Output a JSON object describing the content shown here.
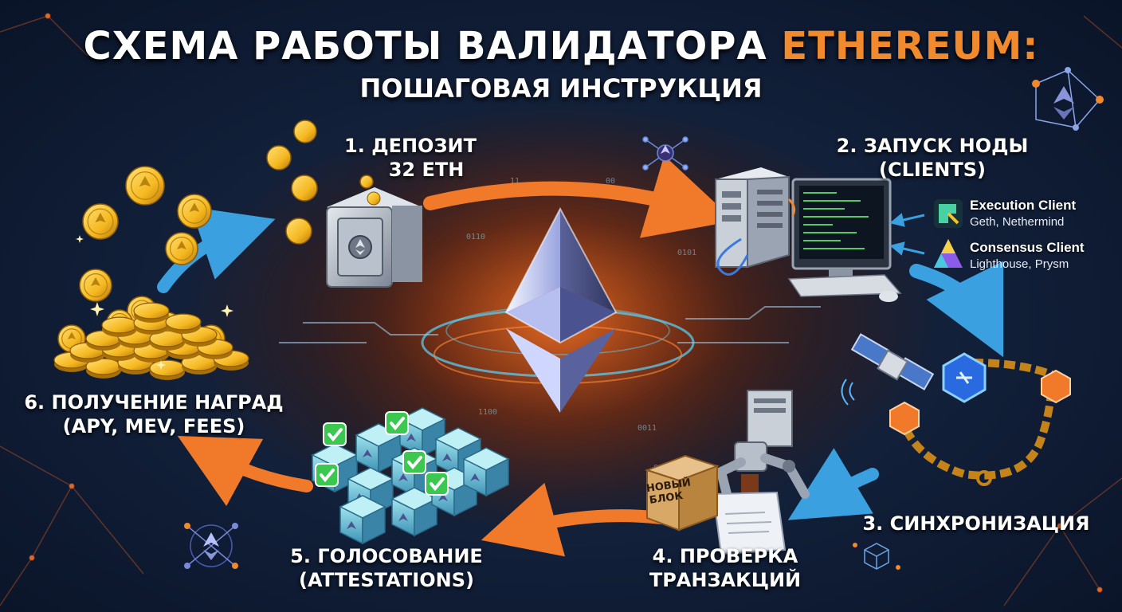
{
  "title": {
    "line1_main": "СХЕМА РАБОТЫ ВАЛИДАТОРА",
    "line1_accent": "ETHEREUM:",
    "line2": "ПОШАГОВАЯ ИНСТРУКЦИЯ"
  },
  "colors": {
    "accent_orange": "#f08a2c",
    "accent_blue": "#3aa0e0",
    "coin_gold": "#f5b820",
    "check_green": "#3cc850"
  },
  "steps": {
    "deposit": {
      "line1": "1. ДЕПОЗИТ",
      "line2": "32 ETH",
      "icon": "safe-icon"
    },
    "node": {
      "line1": "2. ЗАПУСК НОДЫ",
      "line2": "(CLIENTS)",
      "icon": "computer-icon",
      "execution_client": {
        "name": "Execution Client",
        "sub": "Geth, Nethermind"
      },
      "consensus_client": {
        "name": "Consensus Client",
        "sub": "Lighthouse, Prysm"
      }
    },
    "sync": {
      "line1": "3. СИНХРОНИЗАЦИЯ",
      "icon": "chain-icon"
    },
    "verify": {
      "line1": "4. ПРОВЕРКА",
      "line2": "ТРАНЗАКЦИЙ",
      "icon": "robot-arm-icon",
      "box_line1": "НОВЫЙ",
      "box_line2": "БЛОК"
    },
    "vote": {
      "line1": "5. ГОЛОСОВАНИЕ",
      "line2": "(ATTESTATIONS)",
      "icon": "blocks-icon"
    },
    "rewards": {
      "line1": "6. ПОЛУЧЕНИЕ НАГРАД",
      "line2": "(APY, MEV, FEES)",
      "icon": "coins-icon"
    }
  }
}
